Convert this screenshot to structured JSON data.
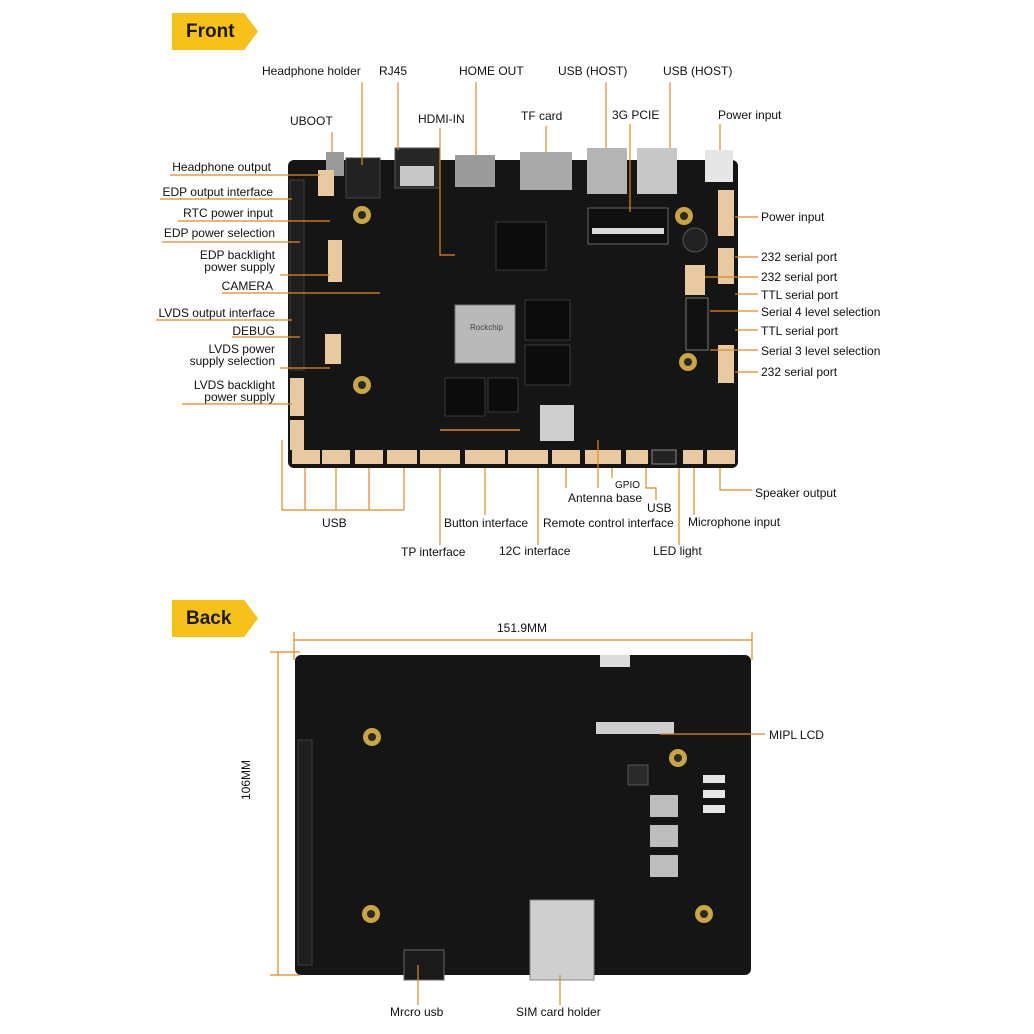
{
  "sections": {
    "front_tag": "Front",
    "back_tag": "Back"
  },
  "front_labels": {
    "headphone_holder": "Headphone holder",
    "rj45": "RJ45",
    "home_out": "HOME OUT",
    "usb_host_1": "USB (HOST)",
    "usb_host_2": "USB (HOST)",
    "uboot": "UBOOT",
    "hdmi_in": "HDMI-IN",
    "tf_card": "TF card",
    "pcie_3g": "3G PCIE",
    "power_input_top": "Power input",
    "headphone_output": "Headphone output",
    "edp_output_interface": "EDP output interface",
    "rtc_power_input": "RTC power input",
    "edp_power_selection": "EDP power selection",
    "edp_backlight_l1": "EDP backlight",
    "edp_backlight_l2": "power supply",
    "camera": "CAMERA",
    "lvds_output_interface": "LVDS output interface",
    "debug": "DEBUG",
    "lvds_power_l1": "LVDS power",
    "lvds_power_l2": "supply selection",
    "lvds_backlight_l1": "LVDS backlight",
    "lvds_backlight_l2": "power supply",
    "power_input_right": "Power input",
    "serial_232_1": "232 serial port",
    "serial_232_2": "232 serial port",
    "ttl_serial_1": "TTL serial port",
    "serial4_level": "Serial 4 level selection",
    "ttl_serial_2": "TTL serial port",
    "serial3_level": "Serial 3 level selection",
    "serial_232_3": "232 serial port",
    "gpio": "GPIO",
    "antenna_base": "Antenna base",
    "usb_bottom_right": "USB",
    "speaker_output": "Speaker output",
    "usb_bottom_left": "USB",
    "button_interface": "Button interface",
    "remote_control_interface": "Remote control interface",
    "microphone_input": "Microphone input",
    "tp_interface": "TP interface",
    "i2c_interface": "12C interface",
    "led_light": "LED light"
  },
  "back_labels": {
    "width_dim": "151.9MM",
    "height_dim": "106MM",
    "mipl_lcd": "MIPL LCD",
    "micro_usb": "Mrcro usb",
    "sim_card_holder": "SIM card holder"
  },
  "chip_marking": "Rockchip",
  "colors": {
    "accent": "#e08a1e",
    "tag": "#f6c21a",
    "board": "#151515",
    "connector": "#e9c9a0"
  }
}
